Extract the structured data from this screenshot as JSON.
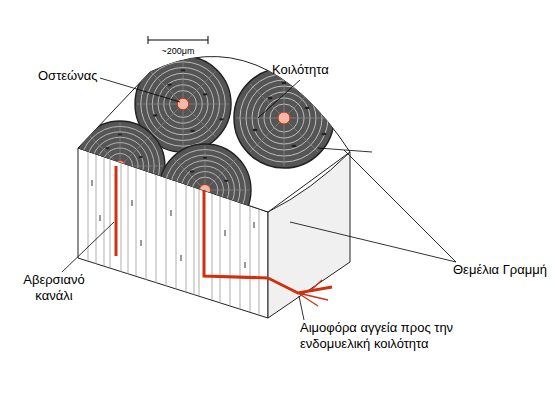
{
  "diagram": {
    "labels": [
      "~200μm",
      "Οστεώνας",
      "Κοιλότητα",
      "Αβερσιανό κανάλι",
      "Θεμέλια Γραμμή",
      "Αιμοφόρα αγγεία προς την ενδομυελική κοιλότητα"
    ]
  }
}
